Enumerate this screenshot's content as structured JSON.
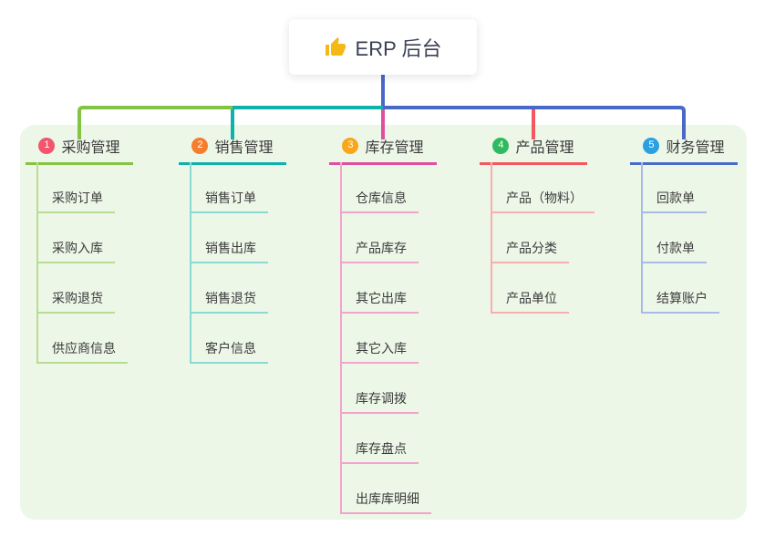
{
  "root": {
    "label": "ERP 后台",
    "icon": "thumbs-up"
  },
  "canvas": {
    "background": "#edf7e8"
  },
  "connector": {
    "trunk_color": "#4a68c8"
  },
  "branches": [
    {
      "badge": "1",
      "label": "采购管理",
      "badge_color": "#f0566c",
      "line_color": "#85c342",
      "child_line_color": "#b9dc94",
      "children": [
        "采购订单",
        "采购入库",
        "采购退货",
        "供应商信息"
      ]
    },
    {
      "badge": "2",
      "label": "销售管理",
      "badge_color": "#f57d2c",
      "line_color": "#0db3ab",
      "child_line_color": "#8bd9d3",
      "children": [
        "销售订单",
        "销售出库",
        "销售退货",
        "客户信息"
      ]
    },
    {
      "badge": "3",
      "label": "库存管理",
      "badge_color": "#f9a61a",
      "line_color": "#df4f9d",
      "child_line_color": "#f2a4ce",
      "children": [
        "仓库信息",
        "产品库存",
        "其它出库",
        "其它入库",
        "库存调拨",
        "库存盘点",
        "出库库明细"
      ]
    },
    {
      "badge": "4",
      "label": "产品管理",
      "badge_color": "#30b960",
      "line_color": "#f5575e",
      "child_line_color": "#f9adb1",
      "children": [
        "产品（物料）",
        "产品分类",
        "产品单位"
      ]
    },
    {
      "badge": "5",
      "label": "财务管理",
      "badge_color": "#2aa0e0",
      "line_color": "#4a6ac8",
      "child_line_color": "#a8bbe7",
      "children": [
        "回款单",
        "付款单",
        "结算账户"
      ]
    }
  ]
}
